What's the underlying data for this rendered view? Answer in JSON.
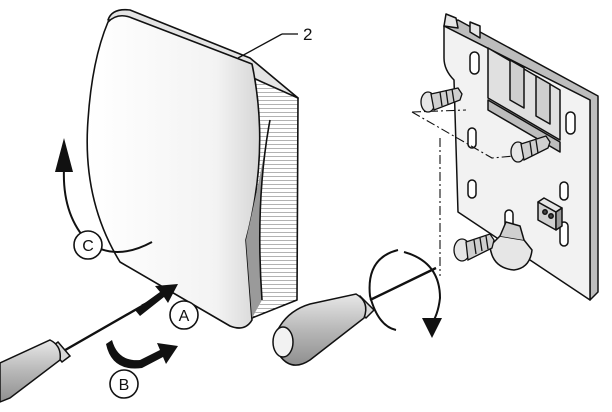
{
  "diagram": {
    "callouts": {
      "part_number": "2",
      "step_a": "A",
      "step_b": "B",
      "step_c": "C"
    },
    "colors": {
      "ink": "#111111",
      "shade": "#cfcfcf",
      "light_shade": "#e6e6e6",
      "grip": "#bdbdbd",
      "background": "#ffffff"
    }
  }
}
